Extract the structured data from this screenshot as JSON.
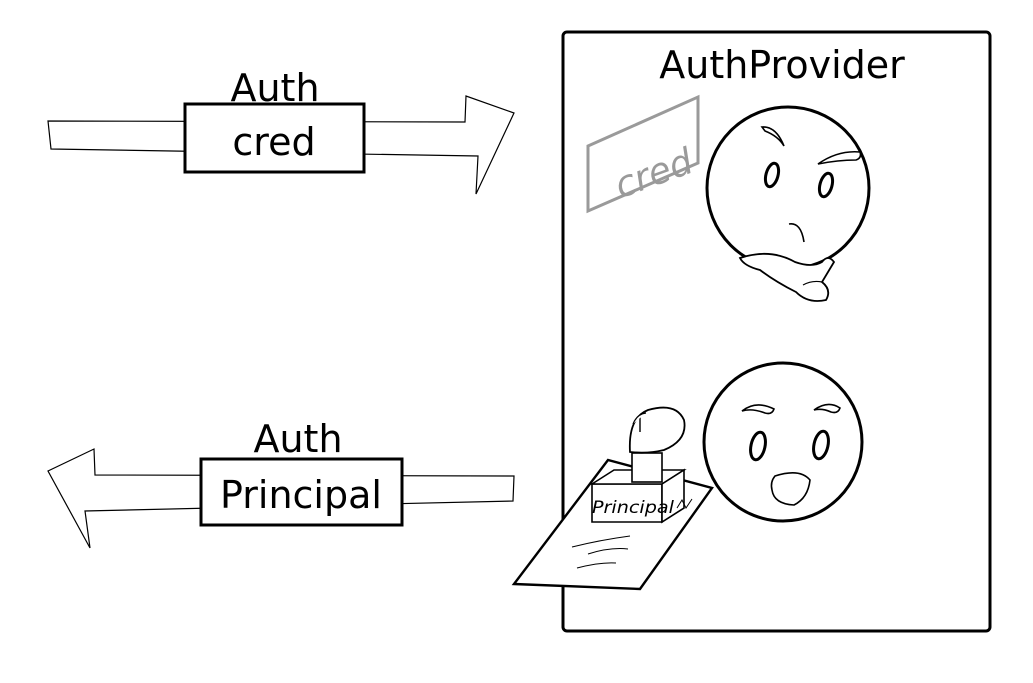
{
  "top_flow": {
    "heading": "Auth",
    "label": "cred"
  },
  "bottom_flow": {
    "heading": "Auth",
    "label": "Principal"
  },
  "provider": {
    "title": "AuthProvider",
    "card_text": "cred",
    "stamp_text": "Principal"
  },
  "colors": {
    "ink": "#000000",
    "card_gray": "#9a9a9a",
    "background": "#ffffff"
  },
  "icons": [
    "thinking-face-icon",
    "happy-face-icon",
    "credential-card-icon",
    "stamp-icon",
    "document-icon"
  ]
}
